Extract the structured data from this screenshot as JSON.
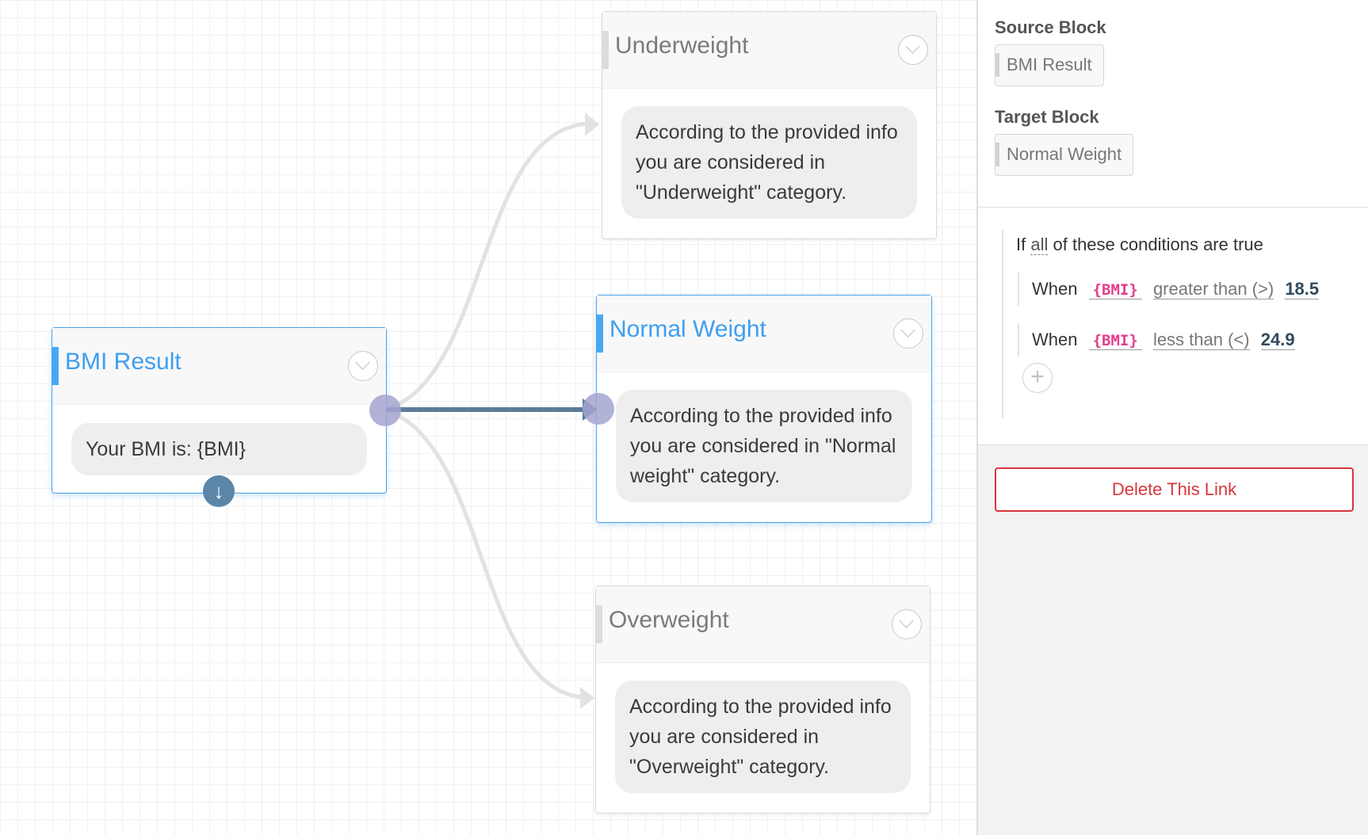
{
  "blocks": {
    "bmi_result": {
      "title": "BMI Result",
      "message": "Your BMI is: {BMI}",
      "down_icon": "↓"
    },
    "underweight": {
      "title": "Underweight",
      "message": "According to the provided info you are considered in \"Underweight\" category."
    },
    "normal_weight": {
      "title": "Normal Weight",
      "message": "According to the provided info you are considered in \"Normal weight\" category."
    },
    "overweight": {
      "title": "Overweight",
      "message": "According to the provided info you are considered in \"Overweight\" category."
    }
  },
  "panel": {
    "source_label": "Source Block",
    "source_value": "BMI Result",
    "target_label": "Target Block",
    "target_value": "Normal Weight",
    "conditions": {
      "prefix": "If",
      "quantifier": "all",
      "suffix": "of these conditions are true",
      "rows": [
        {
          "when": "When",
          "variable": "{BMI}",
          "operator": "greater than (>)",
          "value": "18.5"
        },
        {
          "when": "When",
          "variable": "{BMI}",
          "operator": "less than (<)",
          "value": "24.9"
        }
      ],
      "add_icon": "+"
    },
    "delete_label": "Delete This Link"
  },
  "colors": {
    "selected": "#3e9ef0",
    "active_link": "#5b7c99",
    "inactive_link": "#e2e2e2",
    "port": "#a3a4cf",
    "delete": "#d9363e",
    "variable": "#e33d8b"
  }
}
